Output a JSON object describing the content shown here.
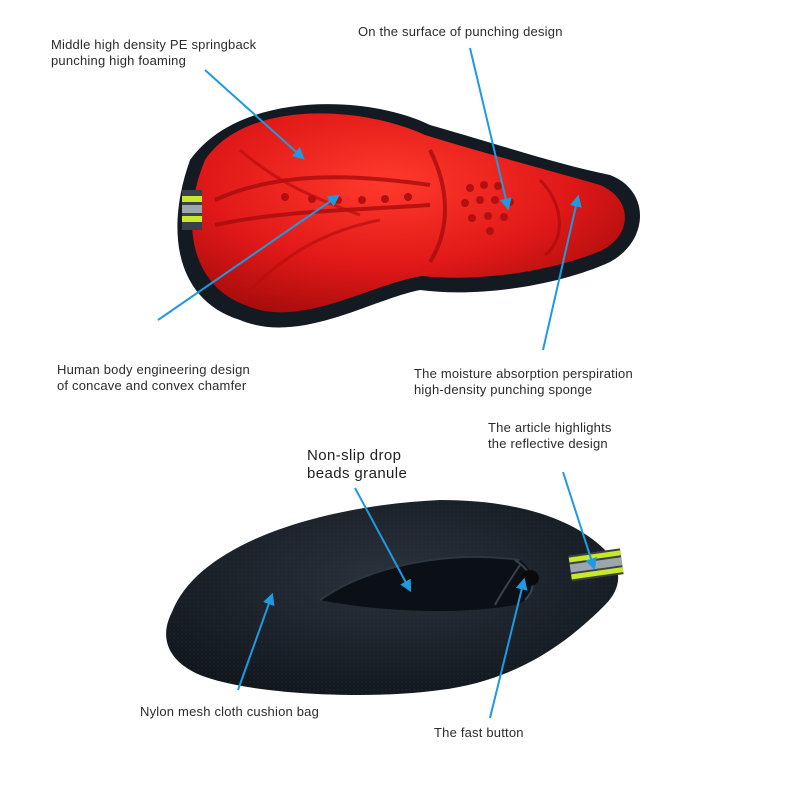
{
  "colors": {
    "pad_red": "#e01818",
    "pad_shadow": "#a80c0c",
    "cover_black": "#151b22",
    "reflective_green": "#c8e82a",
    "arrow_blue": "#1f9ae0",
    "text": "#2b2b2b"
  },
  "annotations": {
    "pe_foam": {
      "line1": "Middle high density PE springback",
      "line2": "punching high foaming"
    },
    "punching_surface": {
      "line1": "On the surface of punching design"
    },
    "body_engineering": {
      "line1": "Human body engineering design",
      "line2": "of concave and convex chamfer"
    },
    "moisture_sponge": {
      "line1": "The moisture absorption perspiration",
      "line2": "high-density punching sponge"
    },
    "reflective": {
      "line1": "The article highlights",
      "line2": "the reflective design"
    },
    "non_slip": {
      "line1": "Non-slip drop",
      "line2": "beads granule"
    },
    "nylon_bag": {
      "line1": "Nylon mesh cloth cushion bag"
    },
    "fast_button": {
      "line1": "The fast button"
    }
  }
}
